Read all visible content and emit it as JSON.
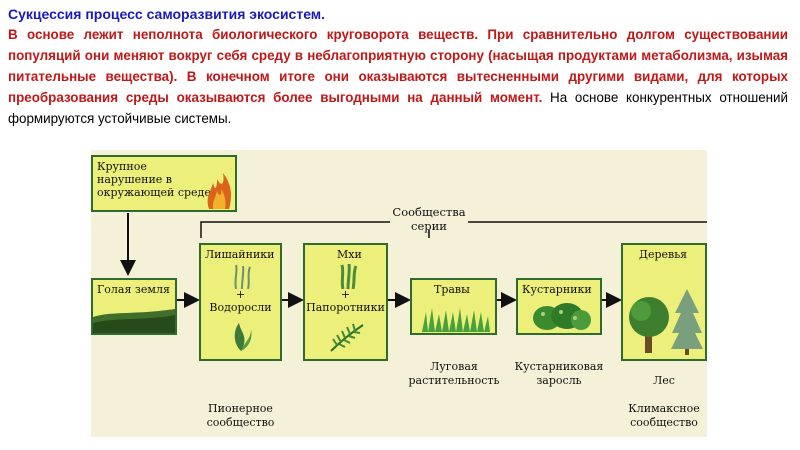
{
  "title": "Сукцессия процесс саморазвития экосистем.",
  "paragraph": {
    "red_part": "В основе лежит неполнота биологического круговорота веществ. При сравнительно долгом существовании популяций они меняют вокруг себя среду в неблагоприятную сторону (насыщая продуктами метаболизма, изымая питательные вещества). В конечном итоге они оказываются вытесненными другими видами, для которых преобразования среды оказываются более выгодными на данный момент.",
    "black_part": " На основе конкурентных отношений формируются устойчивые системы."
  },
  "diagram": {
    "disturbance": "Крупное нарушение в окружающей среде",
    "series_label": "Сообщества серии",
    "bare_ground": "Голая земля",
    "lichens": "Лишайники",
    "plus": "+",
    "algae": "Водоросли",
    "mosses": "Мхи",
    "ferns": "Папоротники",
    "grasses": "Травы",
    "shrubs": "Кустарники",
    "trees": "Деревья",
    "meadow_caption": "Луговая растительность",
    "shrub_caption": "Кустарниковая заросль",
    "forest_caption": "Лес",
    "pioneer_caption": "Пионерное сообщество",
    "climax_caption": "Климаксное сообщество"
  },
  "colors": {
    "title": "#1a1ab8",
    "emphasis": "#c01818",
    "box_fill": "#ecf07a",
    "box_border": "#2f6a2f",
    "panel": "#f5f0d8"
  }
}
